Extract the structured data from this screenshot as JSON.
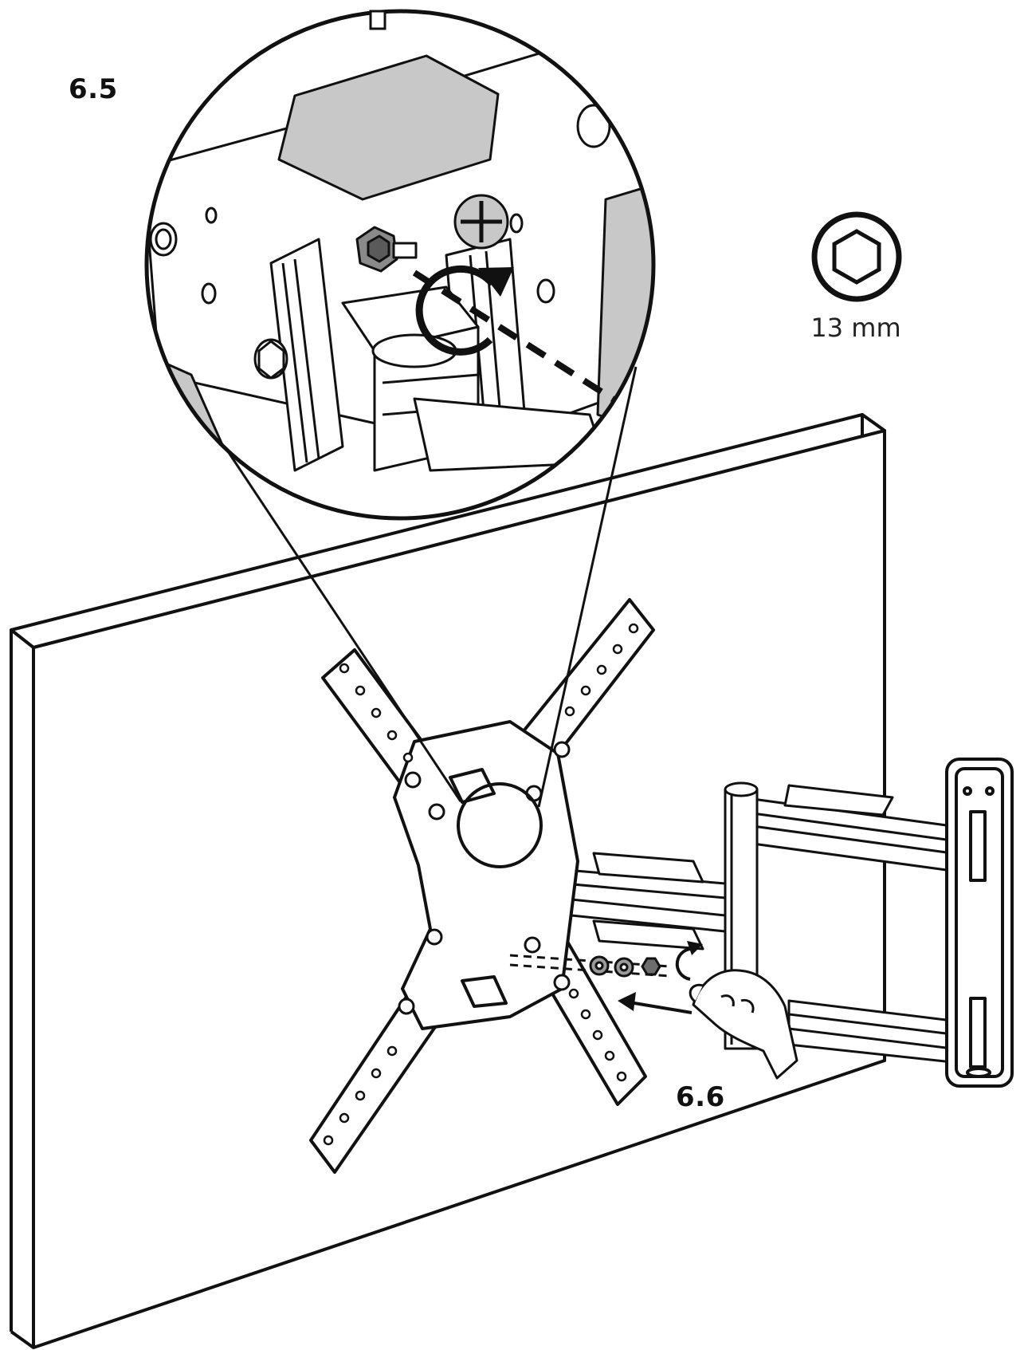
{
  "steps": {
    "a": "6.5",
    "b": "6.6"
  },
  "tool": {
    "size_label": "13 mm",
    "icon": "hex-socket-icon"
  },
  "icons": {
    "tighten": "clockwise-arrow-icon",
    "screw": "phillips-screw-icon",
    "push": "direction-arrow-icon"
  },
  "colors": {
    "line": "#111111",
    "fill_gray": "#c8c8c8",
    "paper": "#ffffff"
  }
}
